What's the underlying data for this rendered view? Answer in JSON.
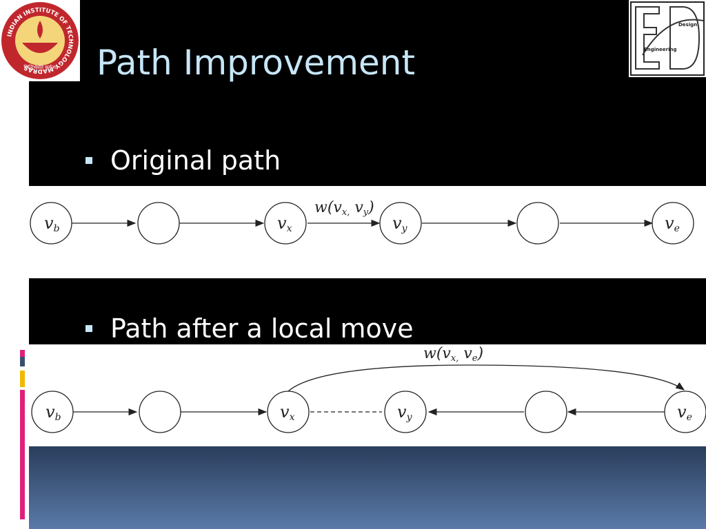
{
  "slide": {
    "title": "Path Improvement",
    "bullets": [
      "Original path",
      "Path after a local move"
    ]
  },
  "logos": {
    "left": {
      "ring_text": "INDIAN INSTITUTE OF TECHNOLOGY MADRAS",
      "motto": "सिद्धिर्भवति कर्मजा"
    },
    "right": {
      "line1": "Design",
      "line2": "Engineering"
    }
  },
  "diagram_original": {
    "nodes": [
      {
        "id": "vb",
        "base": "v",
        "sub": "b"
      },
      {
        "id": "n1",
        "base": "",
        "sub": ""
      },
      {
        "id": "vx",
        "base": "v",
        "sub": "x"
      },
      {
        "id": "vy",
        "base": "v",
        "sub": "y"
      },
      {
        "id": "n2",
        "base": "",
        "sub": ""
      },
      {
        "id": "ve",
        "base": "v",
        "sub": "e"
      }
    ],
    "weight_label": {
      "pre": "w(",
      "v1": "v",
      "s1": "x,",
      "v2": "v",
      "s2": "y",
      "post": ")"
    }
  },
  "diagram_local_move": {
    "nodes": [
      {
        "id": "vb",
        "base": "v",
        "sub": "b"
      },
      {
        "id": "n1",
        "base": "",
        "sub": ""
      },
      {
        "id": "vx",
        "base": "v",
        "sub": "x"
      },
      {
        "id": "vy",
        "base": "v",
        "sub": "y"
      },
      {
        "id": "n2",
        "base": "",
        "sub": ""
      },
      {
        "id": "ve",
        "base": "v",
        "sub": "e"
      }
    ],
    "weight_label": {
      "pre": "w(",
      "v1": "v",
      "s1": "x,",
      "v2": "v",
      "s2": "e",
      "post": ")"
    }
  },
  "colors": {
    "title": "#c7e6f7",
    "bullet": "#c7e6f7",
    "accent_pink": "#e0207a",
    "accent_gold": "#f2b800",
    "iit_red": "#c0272d"
  }
}
